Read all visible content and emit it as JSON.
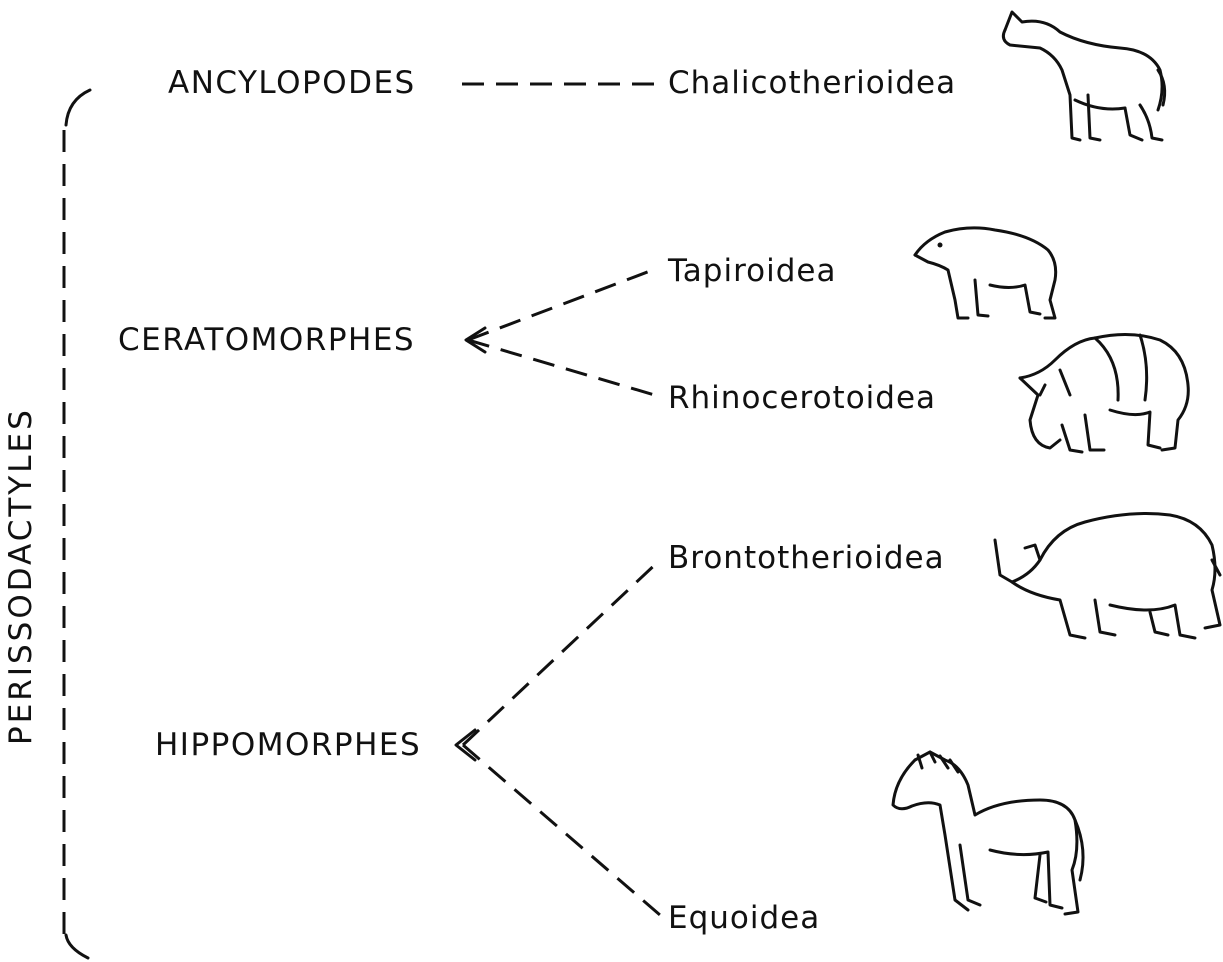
{
  "order": "PERISSODACTYLES",
  "groups": {
    "ancylopodes": "ANCYLOPODES",
    "ceratomorphes": "CERATOMORPHES",
    "hippomorphes": "HIPPOMORPHES"
  },
  "superfamilies": {
    "chalicotherioidea": "Chalicotherioidea",
    "tapiroidea": "Tapiroidea",
    "rhinocerotoidea": "Rhinocerotoidea",
    "brontotherioidea": "Brontotherioidea",
    "equoidea": "Equoidea"
  },
  "illustrations": [
    "chalicothere-drawing",
    "tapir-drawing",
    "rhinoceros-drawing",
    "brontothere-drawing",
    "horse-drawing"
  ]
}
